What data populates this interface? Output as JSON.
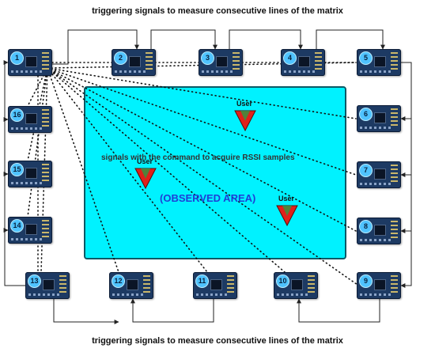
{
  "captions": {
    "top": "triggering signals to measure consecutive lines of the matrix",
    "bottom": "triggering signals to measure consecutive lines of the matrix"
  },
  "area": {
    "signals_text": "signals with the command to acquire RSSI samples",
    "observed_label": "(OBSERVED AREA)"
  },
  "nodes": [
    "1",
    "2",
    "3",
    "4",
    "5",
    "6",
    "7",
    "8",
    "9",
    "10",
    "11",
    "12",
    "13",
    "14",
    "15",
    "16"
  ],
  "users": [
    "User",
    "User",
    "User"
  ],
  "colors": {
    "area_fill": "#00f2ff",
    "area_label": "#1f3fd6",
    "user_marker": "#e0201a",
    "node_board": "#1d3a63",
    "node_badge": "#4fc3ff"
  }
}
